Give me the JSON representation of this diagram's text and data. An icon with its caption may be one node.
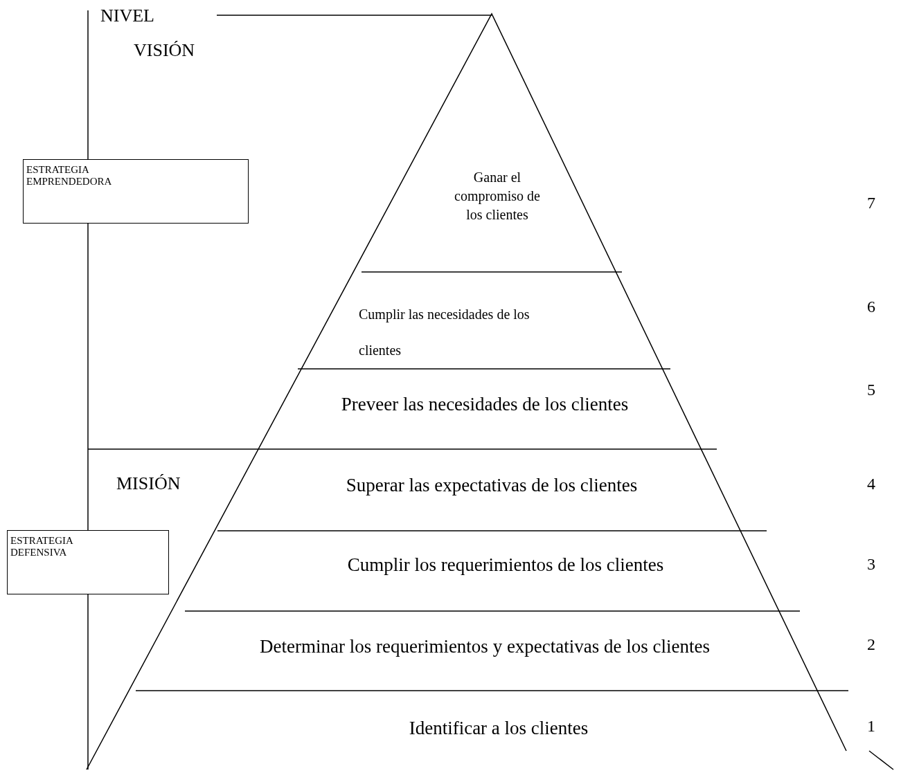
{
  "diagram": {
    "nodes": [
      {
        "text": [
          "Ganar el compromiso de los clientes"
        ]
      },
      {
        "text": [
          "Cumplir las necesidades de los clientes"
        ]
      },
      {
        "text": [
          "Preveer las necesidades de los clientes"
        ]
      },
      {
        "text": [
          "Superar las expectativas de los clientes"
        ]
      },
      {
        "text": [
          "Cumplir los requerimientos de los clientes"
        ]
      },
      {
        "text": [
          "Determinar los requerimientos y expectativas de los clientes"
        ]
      },
      {
        "text": [
          "Identificar a los clientes"
        ]
      },
      {
        "text": [
          "ESTRATEGIA EMPRENDEDORA"
        ]
      },
      {
        "text": [
          "ESTRATEGIA DEFENSIVA"
        ]
      }
    ],
    "labels": [
      "NIVEL",
      "VISIÓN",
      "7",
      "6",
      "5",
      "MISIÓN",
      "4",
      "3",
      "2",
      "1"
    ]
  }
}
